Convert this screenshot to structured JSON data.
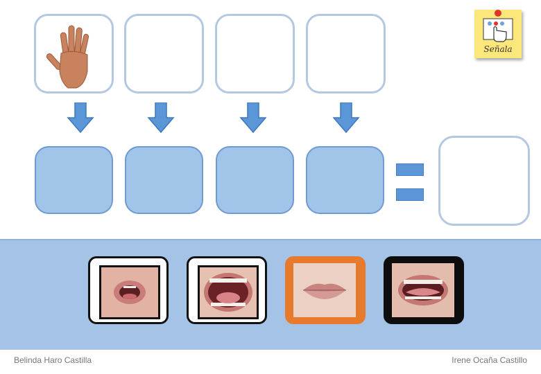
{
  "activity": {
    "icon_card_label": "Señala"
  },
  "top_slots": [
    {
      "content": "hand-icon"
    },
    {
      "content": "empty"
    },
    {
      "content": "empty"
    },
    {
      "content": "empty"
    }
  ],
  "bottom_slots": [
    {
      "content": "empty"
    },
    {
      "content": "empty"
    },
    {
      "content": "empty"
    },
    {
      "content": "empty"
    }
  ],
  "result_slot": {
    "content": "empty"
  },
  "tiles": [
    {
      "icon": "mouth-open-round-icon",
      "frame_color": "#ffffff"
    },
    {
      "icon": "mouth-wide-open-icon",
      "frame_color": "#ffffff"
    },
    {
      "icon": "mouth-closed-icon",
      "frame_color": "#e87a2e"
    },
    {
      "icon": "mouth-tongue-icon",
      "frame_color": "#0d0d0d"
    }
  ],
  "colors": {
    "tray": "#a4c3e7",
    "slot_fill": "#a1c4e9",
    "arrow": "#5b96d6",
    "accent_orange": "#e87a2e"
  },
  "footer": {
    "left_author": "Belinda Haro Castilla",
    "right_author": "Irene Ocaña Castillo"
  }
}
